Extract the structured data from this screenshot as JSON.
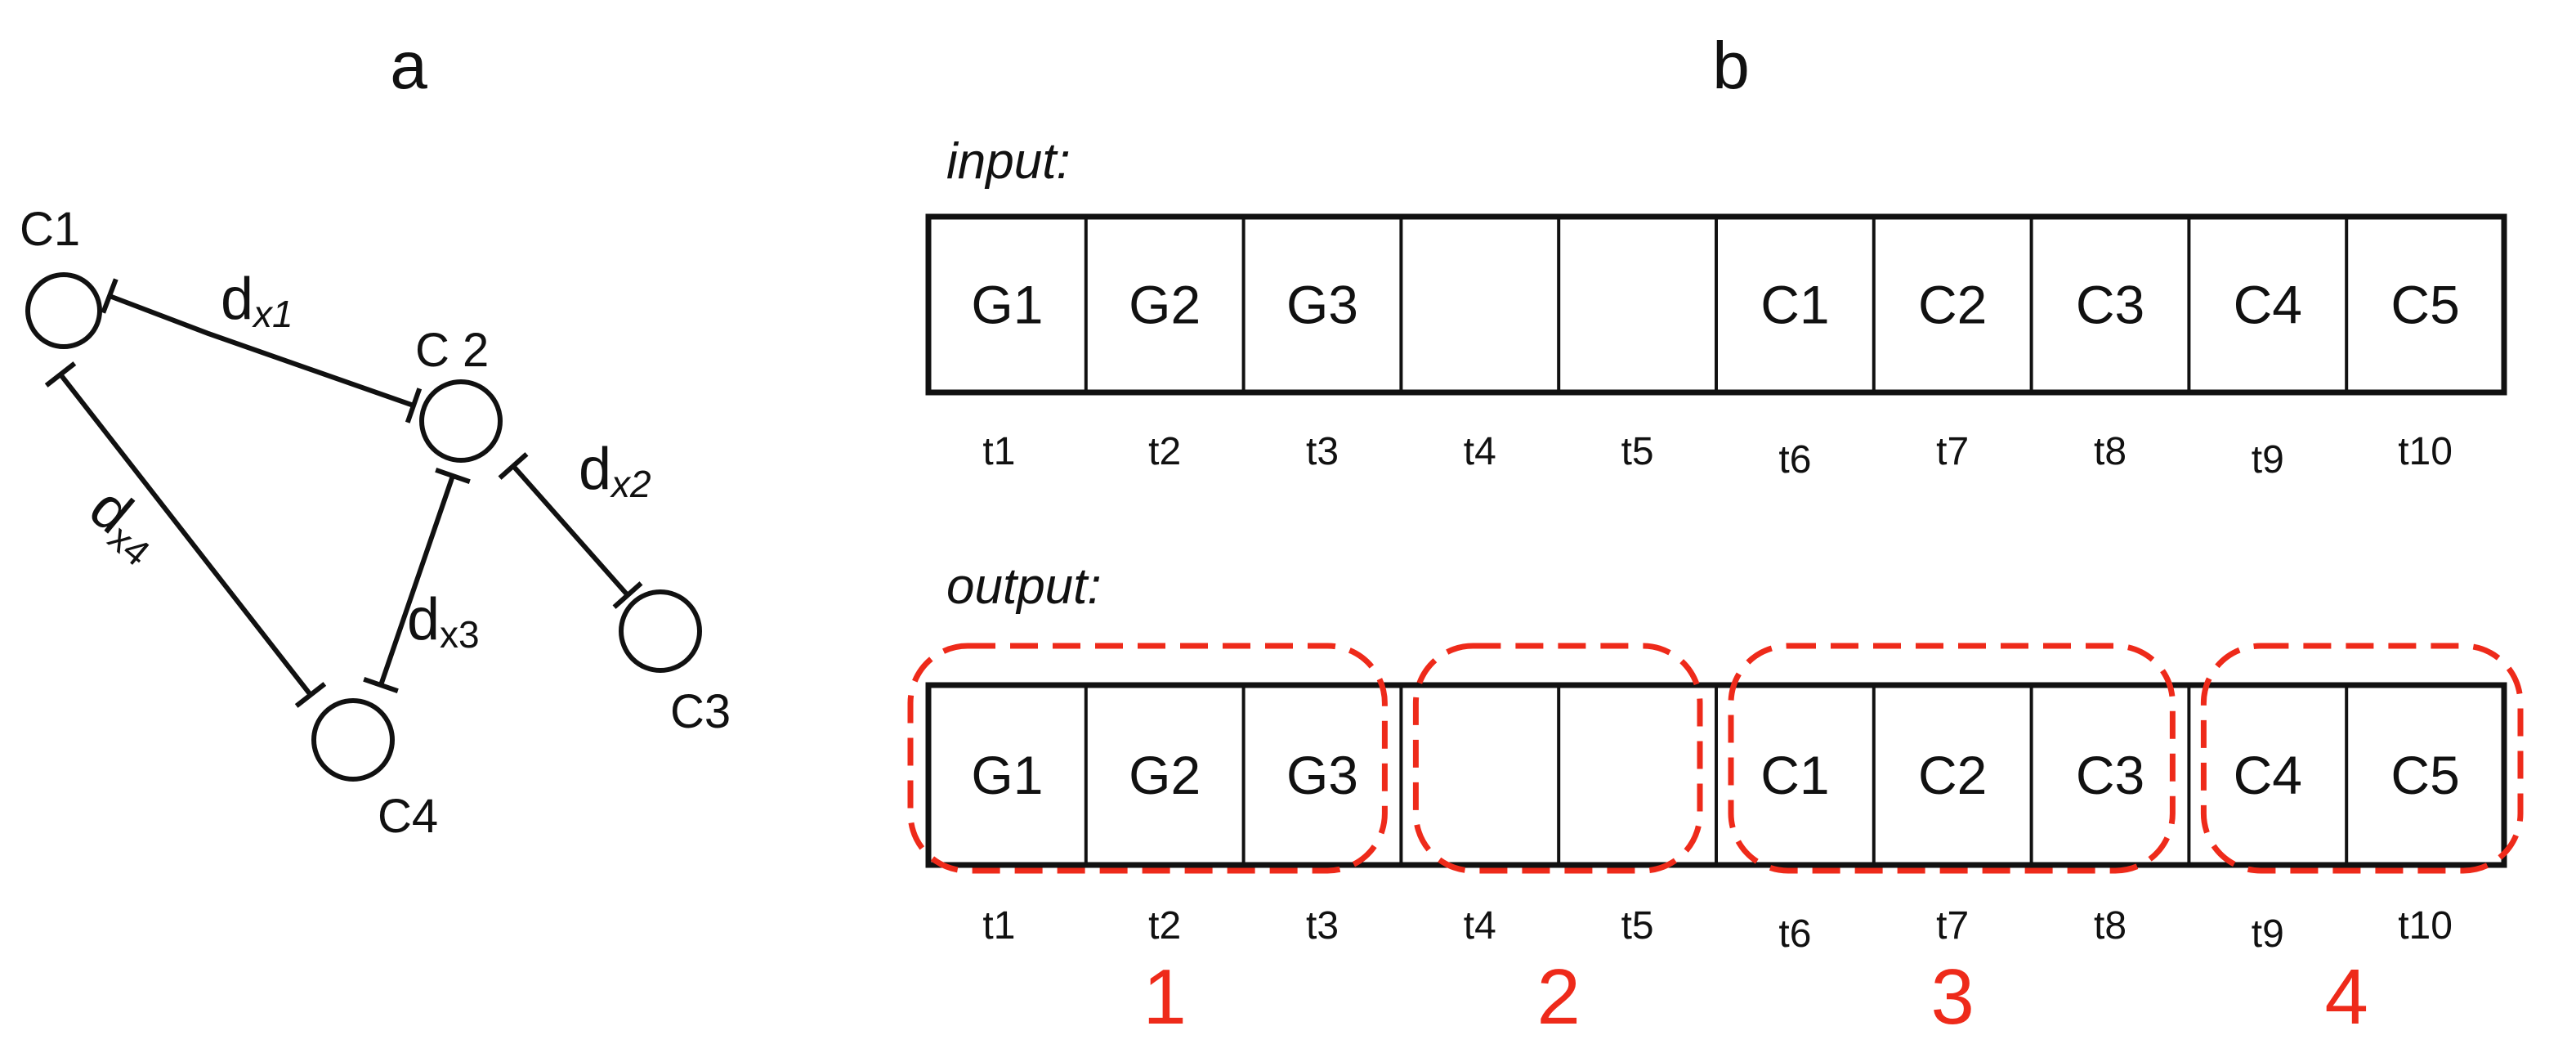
{
  "panels": {
    "a": "a",
    "b": "b"
  },
  "graph": {
    "nodes": [
      {
        "id": "C1",
        "label": "C1"
      },
      {
        "id": "C2",
        "label": "C 2"
      },
      {
        "id": "C3",
        "label": "C3"
      },
      {
        "id": "C4",
        "label": "C4"
      }
    ],
    "edges": [
      {
        "from": "C1",
        "to": "C2",
        "label": "d",
        "sub": "x1",
        "sub_italic": true
      },
      {
        "from": "C2",
        "to": "C3",
        "label": "d",
        "sub": "x2",
        "sub_italic": true
      },
      {
        "from": "C2",
        "to": "C4",
        "label": "d",
        "sub": "x3",
        "sub_italic": false
      },
      {
        "from": "C1",
        "to": "C4",
        "label": "d",
        "sub": "x4",
        "sub_italic": false
      }
    ]
  },
  "sequence": {
    "input_label": "input:",
    "output_label": "output:",
    "cells": [
      "G1",
      "G2",
      "G3",
      "",
      "",
      "C1",
      "C2",
      "C3",
      "C4",
      "C5"
    ],
    "times": [
      "t1",
      "t2",
      "t3",
      "t4",
      "t5",
      "t6",
      "t7",
      "t8",
      "t9",
      "t10"
    ],
    "groups": [
      {
        "label": "1",
        "start": 0,
        "end": 2
      },
      {
        "label": "2",
        "start": 3,
        "end": 4
      },
      {
        "label": "3",
        "start": 5,
        "end": 7
      },
      {
        "label": "4",
        "start": 8,
        "end": 9
      }
    ],
    "group_color": "#ee2a1a"
  }
}
